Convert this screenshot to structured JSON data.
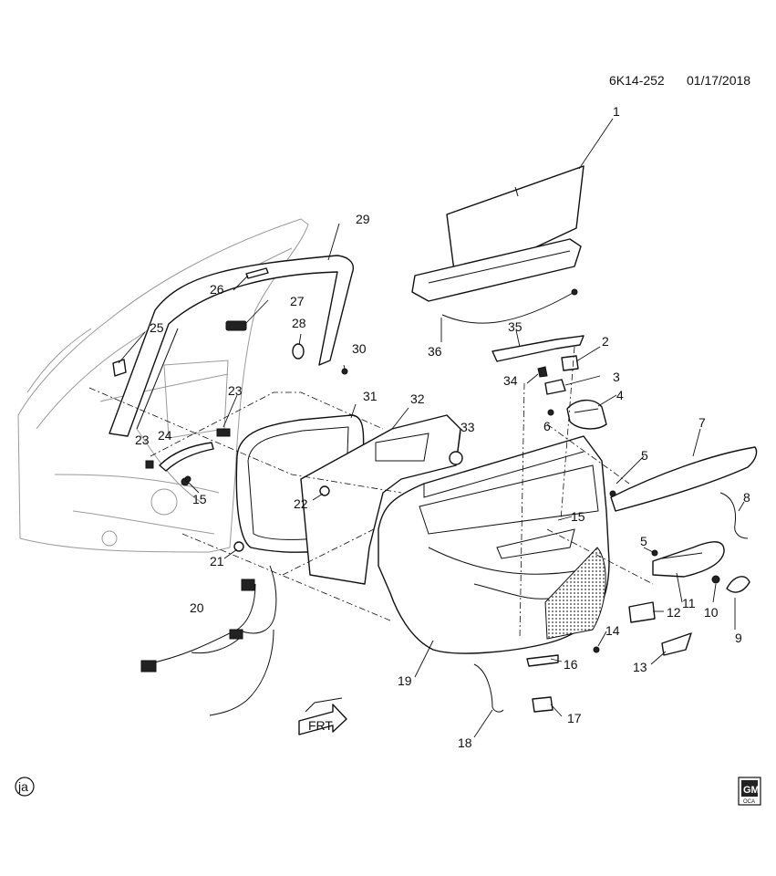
{
  "header": {
    "code": "6K14-252",
    "date": "01/17/2018"
  },
  "callouts": [
    "1",
    "2",
    "3",
    "4",
    "5",
    "5",
    "6",
    "7",
    "8",
    "9",
    "10",
    "11",
    "12",
    "13",
    "14",
    "15",
    "15",
    "16",
    "17",
    "18",
    "19",
    "20",
    "21",
    "22",
    "23",
    "23",
    "24",
    "25",
    "26",
    "27",
    "28",
    "29",
    "30",
    "31",
    "32",
    "33",
    "34",
    "35",
    "36"
  ],
  "front_arrow_label": "FRT",
  "footer": {
    "left_badge": "ja",
    "logo_text": "GM",
    "logo_subtext": "OCA"
  }
}
